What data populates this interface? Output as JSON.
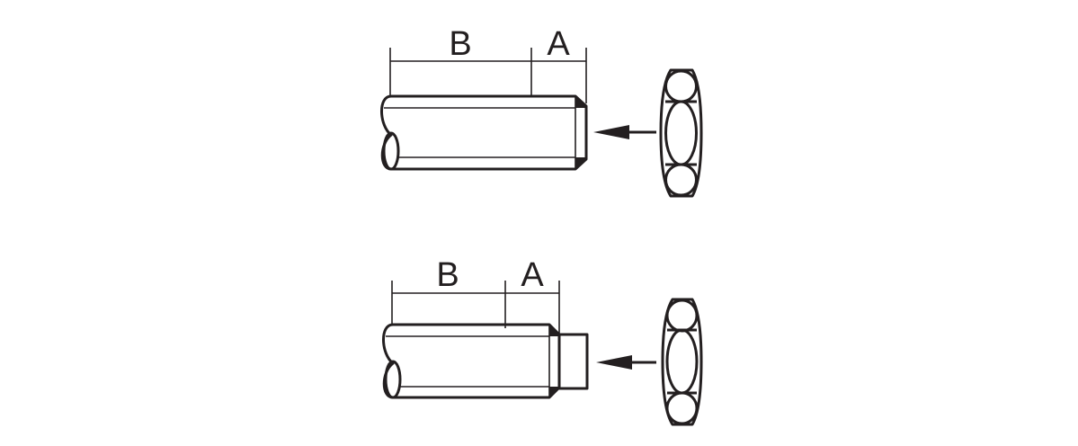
{
  "figures": [
    {
      "name": "thread-fully-engaged",
      "dimension_labels": {
        "b": "B",
        "a": "A"
      }
    },
    {
      "name": "thread-with-protruding-end",
      "dimension_labels": {
        "b": "B",
        "a": "A"
      }
    }
  ],
  "colors": {
    "line": "#231f20",
    "background": "#ffffff"
  }
}
